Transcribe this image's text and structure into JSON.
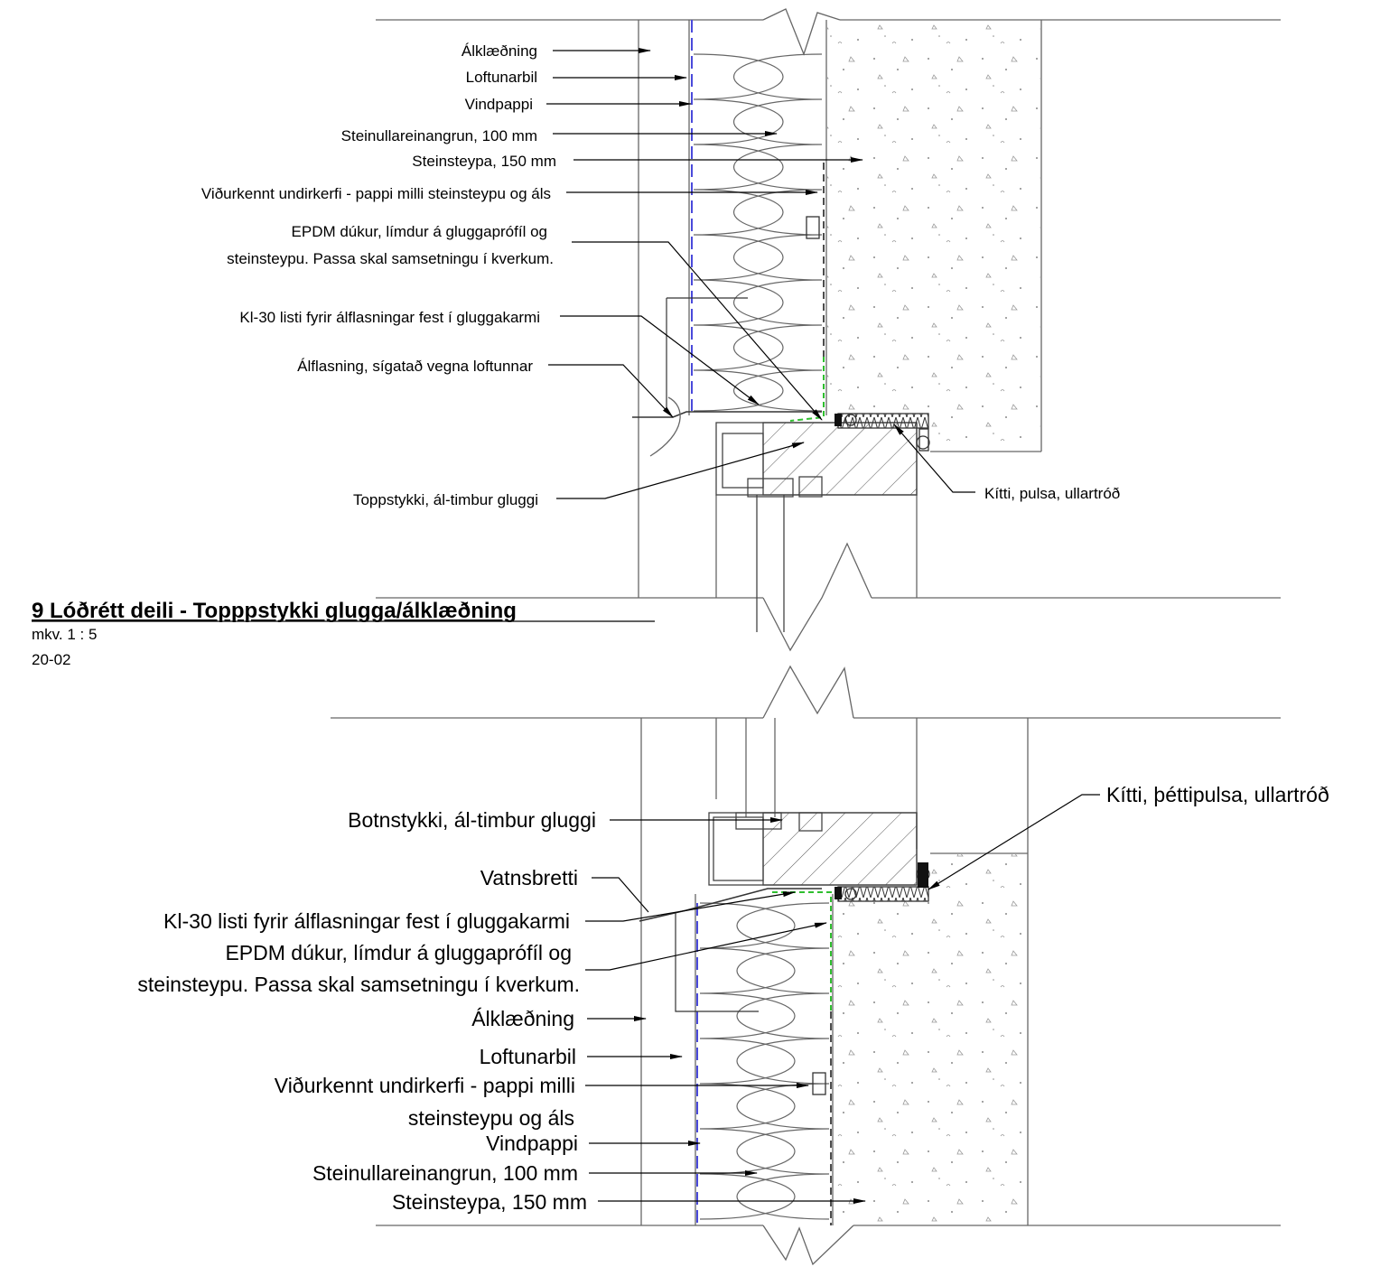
{
  "detail_top": {
    "title": "9 Lóðrétt deili - Topppstykki glugga/álklæðning",
    "scale": "mkv.  1 : 5",
    "sheet": "20-02",
    "labels": {
      "cladding": "Álklæðning",
      "air_gap": "Loftunarbil",
      "wind_paper": "Vindpappi",
      "insulation": "Steinullareinangrun, 100 mm",
      "concrete": "Steinsteypa, 150 mm",
      "subframe": "Viðurkennt undirkerfi - pappi milli steinsteypu og áls",
      "epdm_1": "EPDM dúkur, límdur á gluggaprófíl og",
      "epdm_2": "steinsteypu. Passa skal samsetningu í kverkum.",
      "kl30": "Kl-30 listi fyrir álflasningar fest í gluggakarmi",
      "flashing": "Álflasning, sígatað vegna loftunnar",
      "head": "Toppstykki, ál-timbur gluggi",
      "sealant": "Kítti, pulsa, ullartróð"
    }
  },
  "detail_bottom": {
    "labels": {
      "sill": "Botnstykki, ál-timbur gluggi",
      "sealant": "Kítti, þéttipulsa, ullartróð",
      "drip": "Vatnsbretti",
      "kl30": "Kl-30 listi fyrir álflasningar fest í gluggakarmi",
      "epdm_1": "EPDM dúkur, límdur á gluggaprófíl og",
      "epdm_2": "steinsteypu. Passa skal samsetningu í kverkum.",
      "cladding": "Álklæðning",
      "air_gap": "Loftunarbil",
      "subframe_1": "Viðurkennt undirkerfi - pappi milli",
      "subframe_2": "steinsteypu og áls",
      "wind_paper": "Vindpappi",
      "insulation": "Steinullareinangrun, 100 mm",
      "concrete": "Steinsteypa, 150 mm"
    }
  },
  "colors": {
    "line": "#555555",
    "wind_paper": "#4a4adb",
    "epdm": "#2fbf2f",
    "text": "#000000"
  }
}
